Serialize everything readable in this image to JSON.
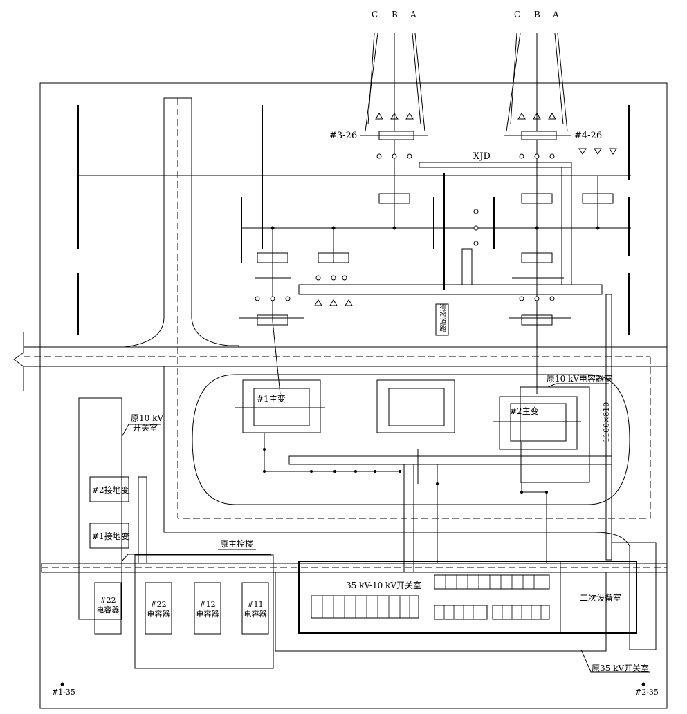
{
  "phases_left": [
    "C",
    "B",
    "A"
  ],
  "phases_right": [
    "C",
    "B",
    "A"
  ],
  "labels": {
    "tower_3_26": "#3-26",
    "tower_4_26": "#4-26",
    "xjd": "XJD",
    "main_transformer_1": "#1主变",
    "main_transformer_2": "#2主变",
    "capacitor_room_10kv": "原10 kV电容器室",
    "switch_room_10kv_line1": "原10 kV",
    "switch_room_10kv_line2": "开关室",
    "cable_trench_size": "1100×810",
    "grounding_transformer_2": "#2接地变",
    "grounding_transformer_1": "#1接地变",
    "main_control_building": "原主控楼",
    "switch_room_35_10kv": "35 kV-10 kV开关室",
    "secondary_equipment_room": "二次设备室",
    "switch_room_35kv": "原35 kV开关室",
    "inspection_road": "巡检道路",
    "capacitor_unit": "电容器",
    "cap_22_outer": "#22",
    "cap_22": "#22",
    "cap_12": "#12",
    "cap_11": "#11",
    "benchmark_1": "#1-35",
    "benchmark_2": "#2-35"
  }
}
